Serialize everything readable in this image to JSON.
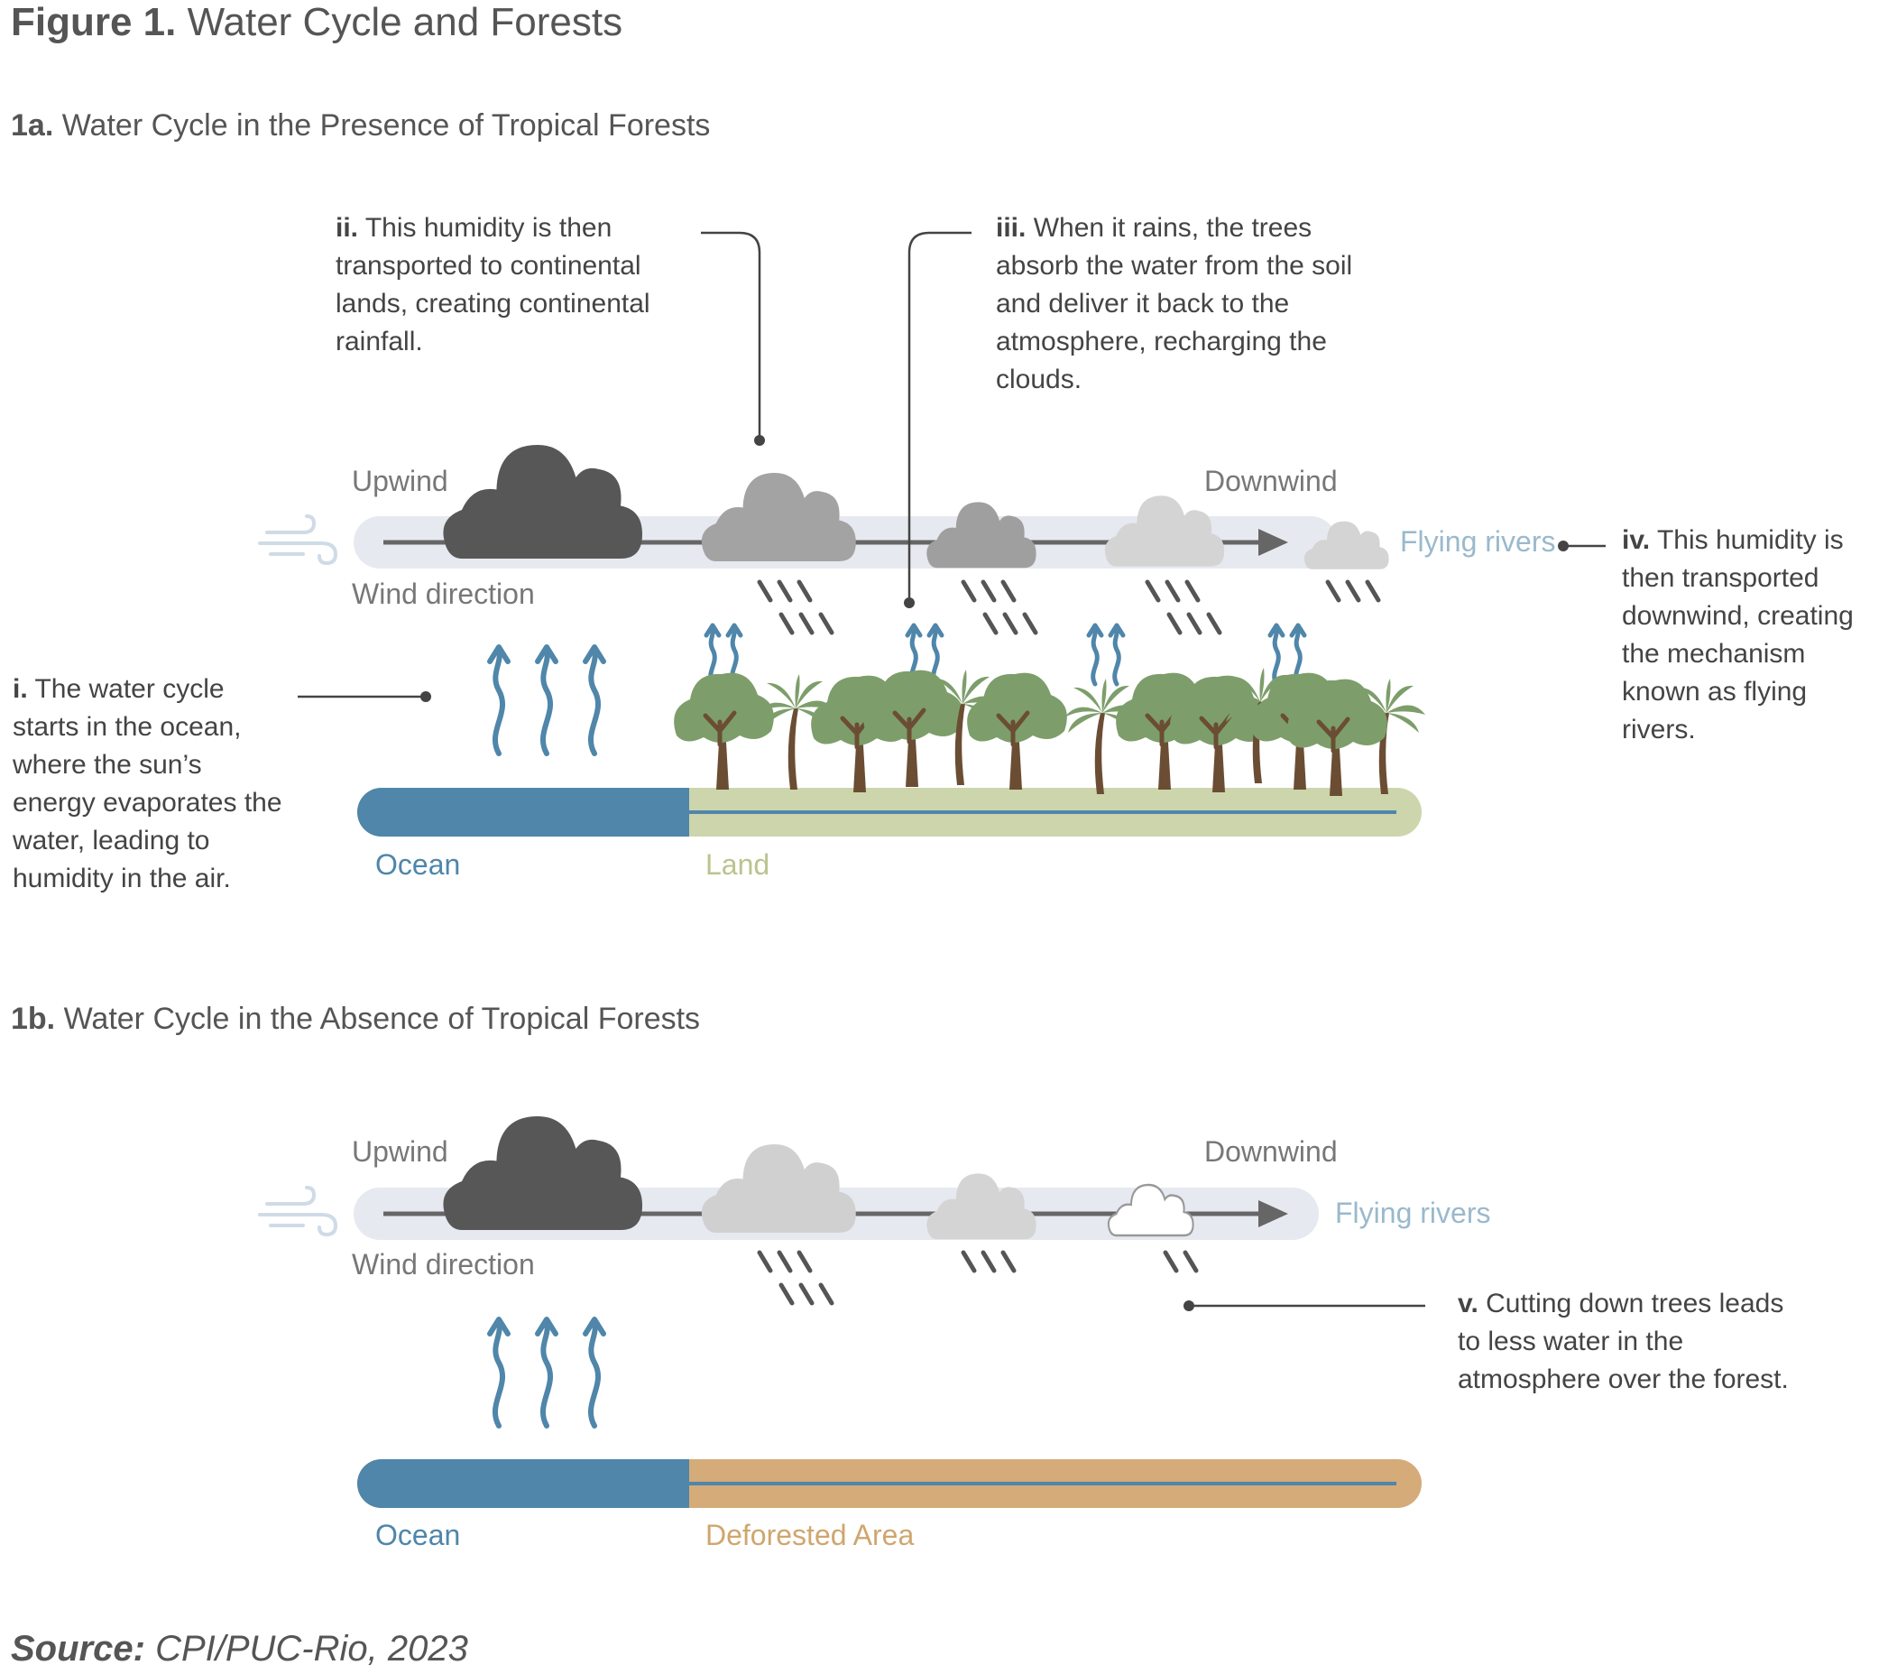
{
  "figure": {
    "title_prefix": "Figure 1.",
    "title_text": "Water Cycle and Forests"
  },
  "section_a": {
    "prefix": "1a.",
    "title": "Water Cycle in the Presence of Tropical Forests",
    "upwind": "Upwind",
    "downwind": "Downwind",
    "wind_direction": "Wind direction",
    "flying_rivers": "Flying rivers",
    "ocean": "Ocean",
    "land": "Land",
    "note_i_num": "i.",
    "note_i": "The water cycle starts in the ocean, where the sun’s energy evaporates the water, leading to humidity in the air.",
    "note_ii_num": "ii.",
    "note_ii": "This humidity is then transported to continental lands, creating continental rainfall.",
    "note_iii_num": "iii.",
    "note_iii": "When it rains, the trees absorb the water from the soil and deliver it back to the atmosphere, recharging the clouds.",
    "note_iv_num": "iv.",
    "note_iv": "This humidity is then transported downwind, creating the mechanism known as flying rivers."
  },
  "section_b": {
    "prefix": "1b.",
    "title": "Water Cycle in the Absence of Tropical Forests",
    "upwind": "Upwind",
    "downwind": "Downwind",
    "wind_direction": "Wind direction",
    "flying_rivers": "Flying rivers",
    "ocean": "Ocean",
    "deforested": "Deforested Area",
    "note_v_num": "v.",
    "note_v": "Cutting down trees leads to less water in the atmosphere over the forest."
  },
  "source": {
    "label": "Source:",
    "text": "CPI/PUC-Rio, 2023"
  },
  "colors": {
    "ocean": "#4f86aa",
    "land": "#cdd5ad",
    "deforested": "#d4ab79",
    "tree_canopy": "#7d9e6a",
    "trunk": "#6b4d34",
    "cloud_dark": "#575757",
    "cloud_mid": "#a3a3a3",
    "cloud_light": "#d4d4d4",
    "wind_band": "#e6e9f0",
    "flying_rivers_text": "#9ab9cc"
  }
}
